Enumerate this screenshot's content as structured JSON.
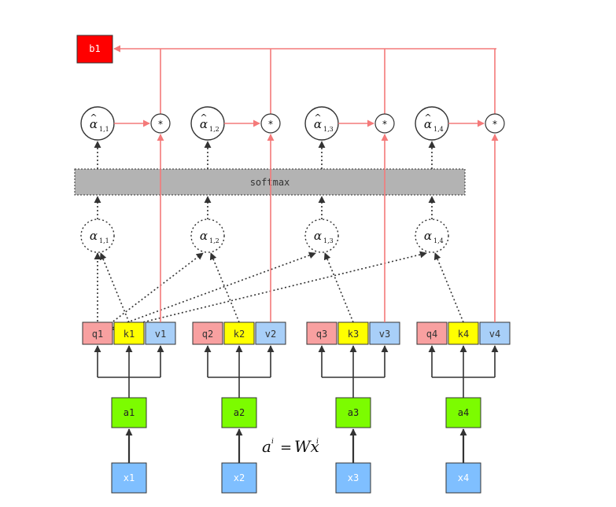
{
  "colors": {
    "red_box": "#ff0000",
    "q_fill": "#f8a0a0",
    "k_fill": "#ffff00",
    "v_fill": "#a8cff8",
    "a_fill": "#7cfc00",
    "x_fill": "#7fbfff",
    "softmax_fill": "#b3b3b3",
    "attention_line": "#f47a7a",
    "black_line": "#333333"
  },
  "output": {
    "label": "b1"
  },
  "softmax": {
    "label": "softmax"
  },
  "multiply_symbol": "*",
  "formula": {
    "lhs": "a",
    "lhs_sup": "i",
    "eq": "=",
    "rhs": "Wx",
    "rhs_sup": "i"
  },
  "columns": [
    {
      "x": "x1",
      "a": "a1",
      "q": "q1",
      "k": "k1",
      "v": "v1",
      "alpha_sub": "1,1",
      "alpha_hat_sub": "1,1"
    },
    {
      "x": "x2",
      "a": "a2",
      "q": "q2",
      "k": "k2",
      "v": "v2",
      "alpha_sub": "1,2",
      "alpha_hat_sub": "1,2"
    },
    {
      "x": "x3",
      "a": "a3",
      "q": "q3",
      "k": "k3",
      "v": "v3",
      "alpha_sub": "1,3",
      "alpha_hat_sub": "1,3"
    },
    {
      "x": "x4",
      "a": "a4",
      "q": "q4",
      "k": "k4",
      "v": "v4",
      "alpha_sub": "1,4",
      "alpha_hat_sub": "1,4"
    }
  ]
}
